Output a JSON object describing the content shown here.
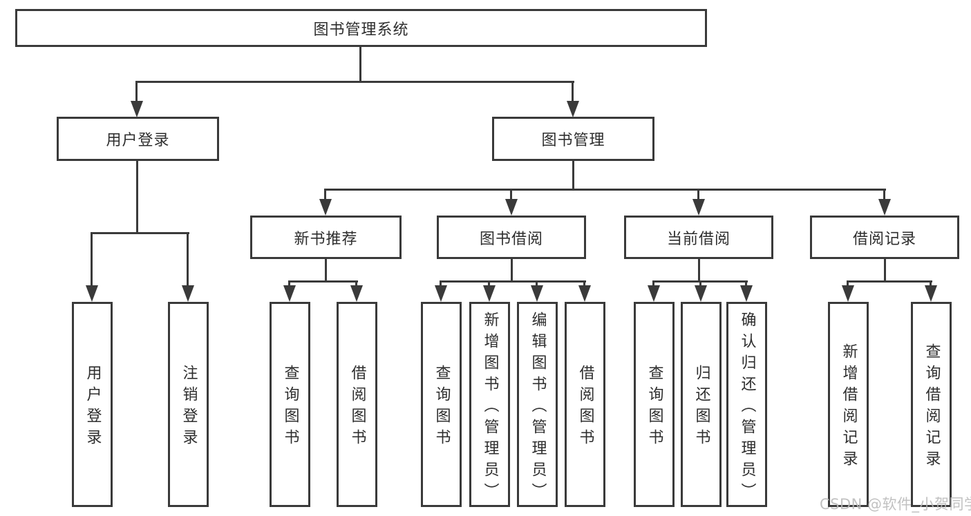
{
  "diagram": {
    "root": {
      "label": "图书管理系统"
    },
    "level2": [
      {
        "label": "用户登录",
        "children": [
          {
            "label": "用户登录"
          },
          {
            "label": "注销登录"
          }
        ]
      },
      {
        "label": "图书管理",
        "children": [
          {
            "label": "新书推荐",
            "children": [
              {
                "label": "查询图书"
              },
              {
                "label": "借阅图书"
              }
            ]
          },
          {
            "label": "图书借阅",
            "children": [
              {
                "label": "查询图书"
              },
              {
                "label": "新增图书（管理员）"
              },
              {
                "label": "编辑图书（管理员）"
              },
              {
                "label": "借阅图书"
              }
            ]
          },
          {
            "label": "当前借阅",
            "children": [
              {
                "label": "查询图书"
              },
              {
                "label": "归还图书"
              },
              {
                "label": "确认归还（管理员）"
              }
            ]
          },
          {
            "label": "借阅记录",
            "children": [
              {
                "label": "新增借阅记录"
              },
              {
                "label": "查询借阅记录"
              }
            ]
          }
        ]
      }
    ]
  },
  "watermark": {
    "text": "CSDN @软件_小贺同学"
  },
  "colors": {
    "line": "#3a3a3a",
    "text": "#2e2e2e",
    "background": "#ffffff",
    "watermark": "#bababa"
  }
}
